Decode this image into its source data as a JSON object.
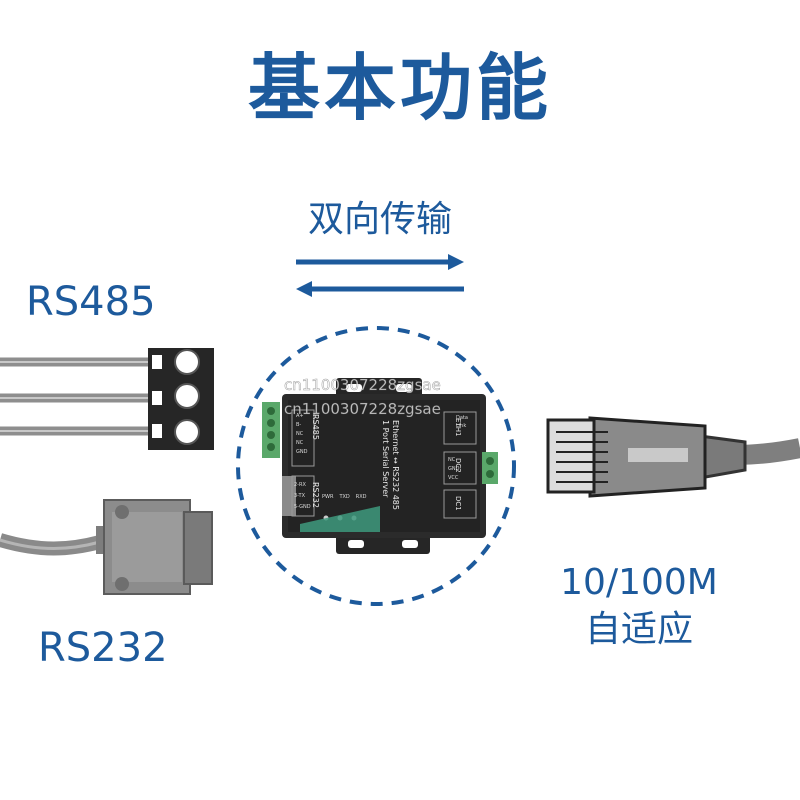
{
  "title": "基本功能",
  "subtitle": "双向传输",
  "ports": {
    "rs485": "RS485",
    "rs232": "RS232",
    "ethernet_speed": "10/100M",
    "ethernet_auto": "自适应"
  },
  "device": {
    "heading_line1": "Ethernet ↔ RS232 485",
    "heading_line2": "1 Port Serial Server",
    "rs485_label": "RS485",
    "rs485_pins": [
      "A+",
      "B-",
      "NC",
      "NC",
      "GND"
    ],
    "rs232_label": "RS232",
    "rs232_pins": [
      "2-RX",
      "3-TX",
      "5-GND"
    ],
    "leds": [
      "PWR",
      "TXD",
      "RXD"
    ],
    "eth_label": "ETH1",
    "eth_leds": [
      "Data",
      "Link"
    ],
    "dc2_label": "DC2",
    "dc2_pins": [
      "NC",
      "GND",
      "VCC"
    ],
    "dc1_label": "DC1"
  },
  "watermark": "cn1100307228zgsae",
  "colors": {
    "accent": "#1d5a9c",
    "device_body": "#2b2b2b",
    "terminal_green": "#5aa86a",
    "cable_gray": "#8a8a8a"
  }
}
